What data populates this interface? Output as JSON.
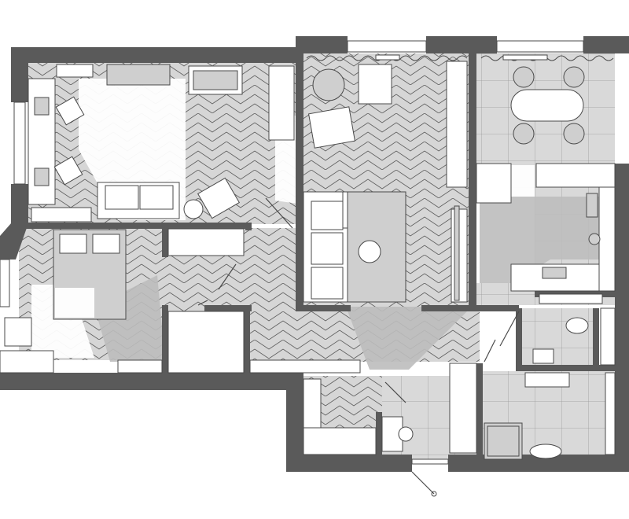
{
  "plan": {
    "rooms": [
      "bedroom-office",
      "bedroom",
      "living-room",
      "kitchen-dining",
      "hallway",
      "entrance",
      "toilet",
      "bathroom"
    ],
    "colors": {
      "wall": "#5a5a5a",
      "floor": "#d9d9d9",
      "furniture": "#ffffff",
      "outline": "#4a4a4a"
    }
  }
}
